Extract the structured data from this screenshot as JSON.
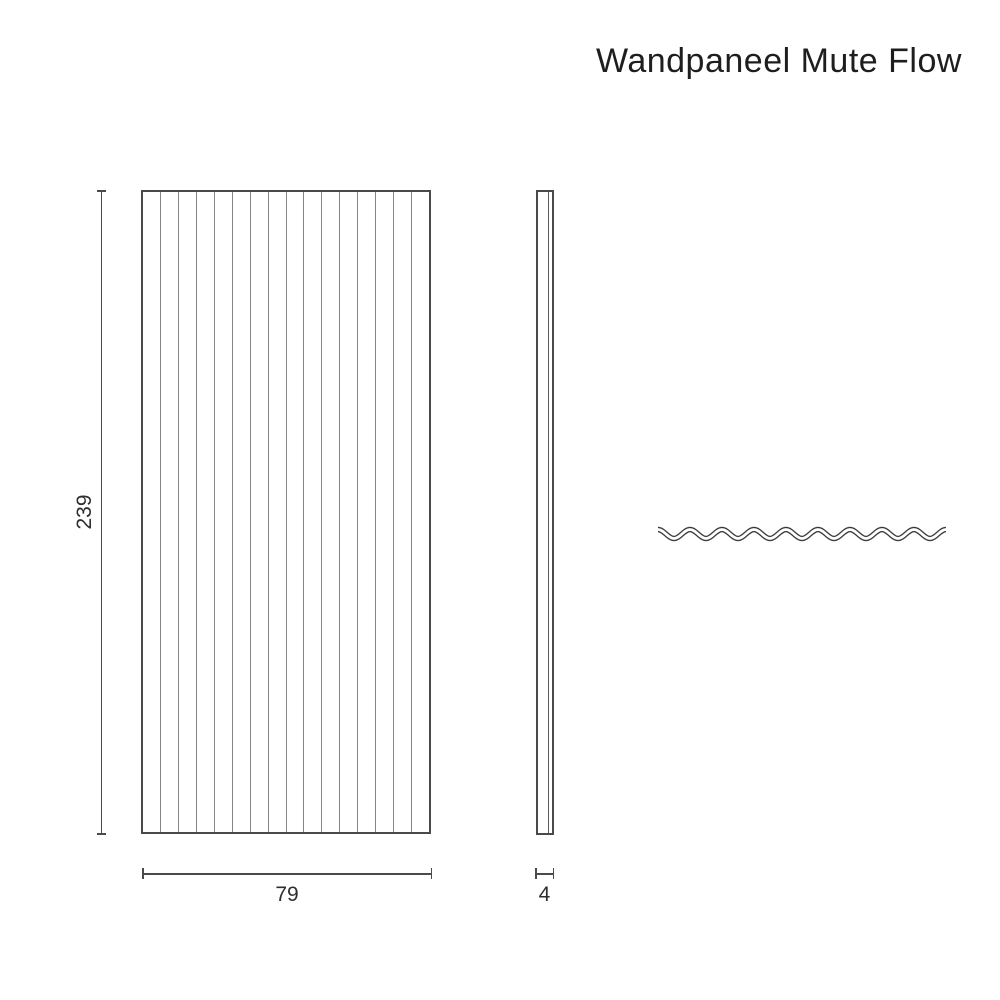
{
  "title": "Wandpaneel Mute Flow",
  "colors": {
    "background": "#ffffff",
    "outline_dark": "#4a4a4a",
    "flute_gray": "#868686",
    "wave_dark": "#3d3d3d",
    "label_text": "#2e2e2e"
  },
  "front_view": {
    "name": "panel front elevation",
    "height_label": "239",
    "width_label": "79",
    "flute_segments": 16
  },
  "side_view": {
    "name": "panel side profile",
    "thickness_label": "4"
  },
  "profile_view": {
    "name": "wave surface profile",
    "wave_periods": 9
  }
}
